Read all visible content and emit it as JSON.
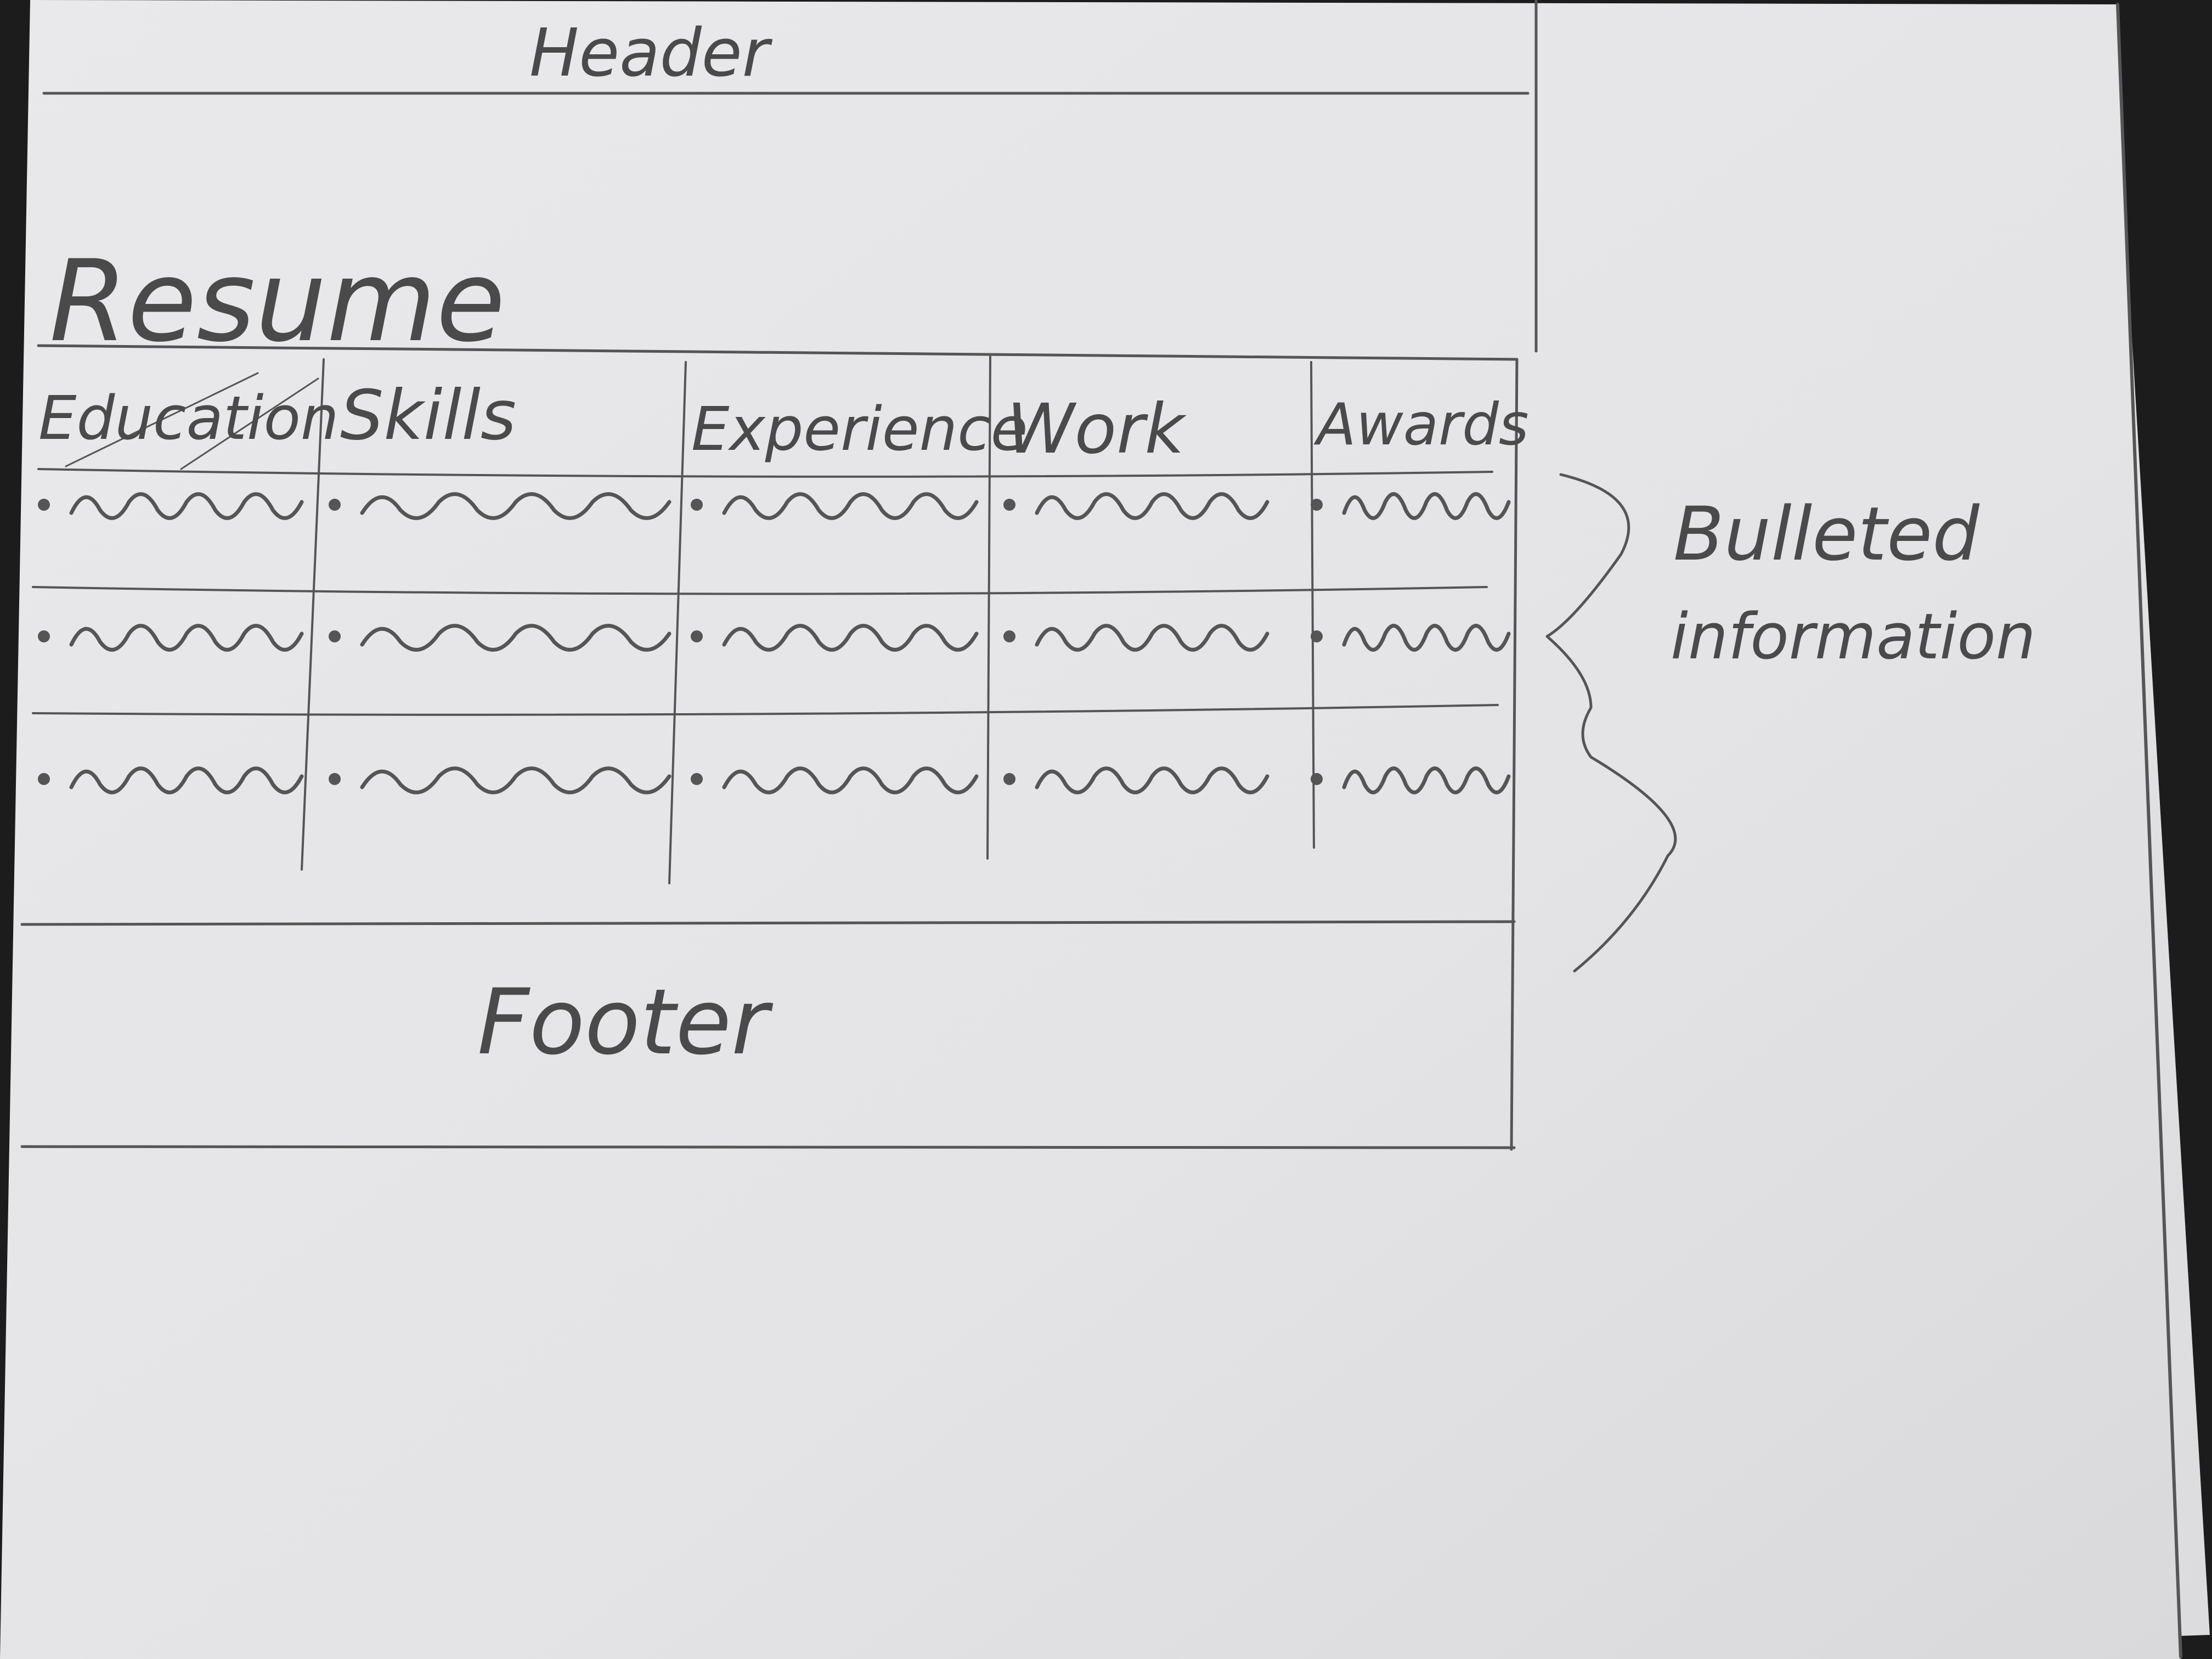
{
  "sketch": {
    "header_label": "Header",
    "title": "Resume",
    "columns": [
      {
        "label": "Education",
        "rows": 3
      },
      {
        "label": "Skills",
        "rows": 3
      },
      {
        "label": "Experience",
        "rows": 3
      },
      {
        "label": "Work",
        "rows": 3
      },
      {
        "label": "Awards",
        "rows": 3
      }
    ],
    "footer_label": "Footer",
    "annotation": {
      "line1": "Bulleted",
      "line2": "information"
    }
  },
  "colors": {
    "paper": "#e6e6e8",
    "pencil": "#555555",
    "background": "#1c1c1c"
  }
}
